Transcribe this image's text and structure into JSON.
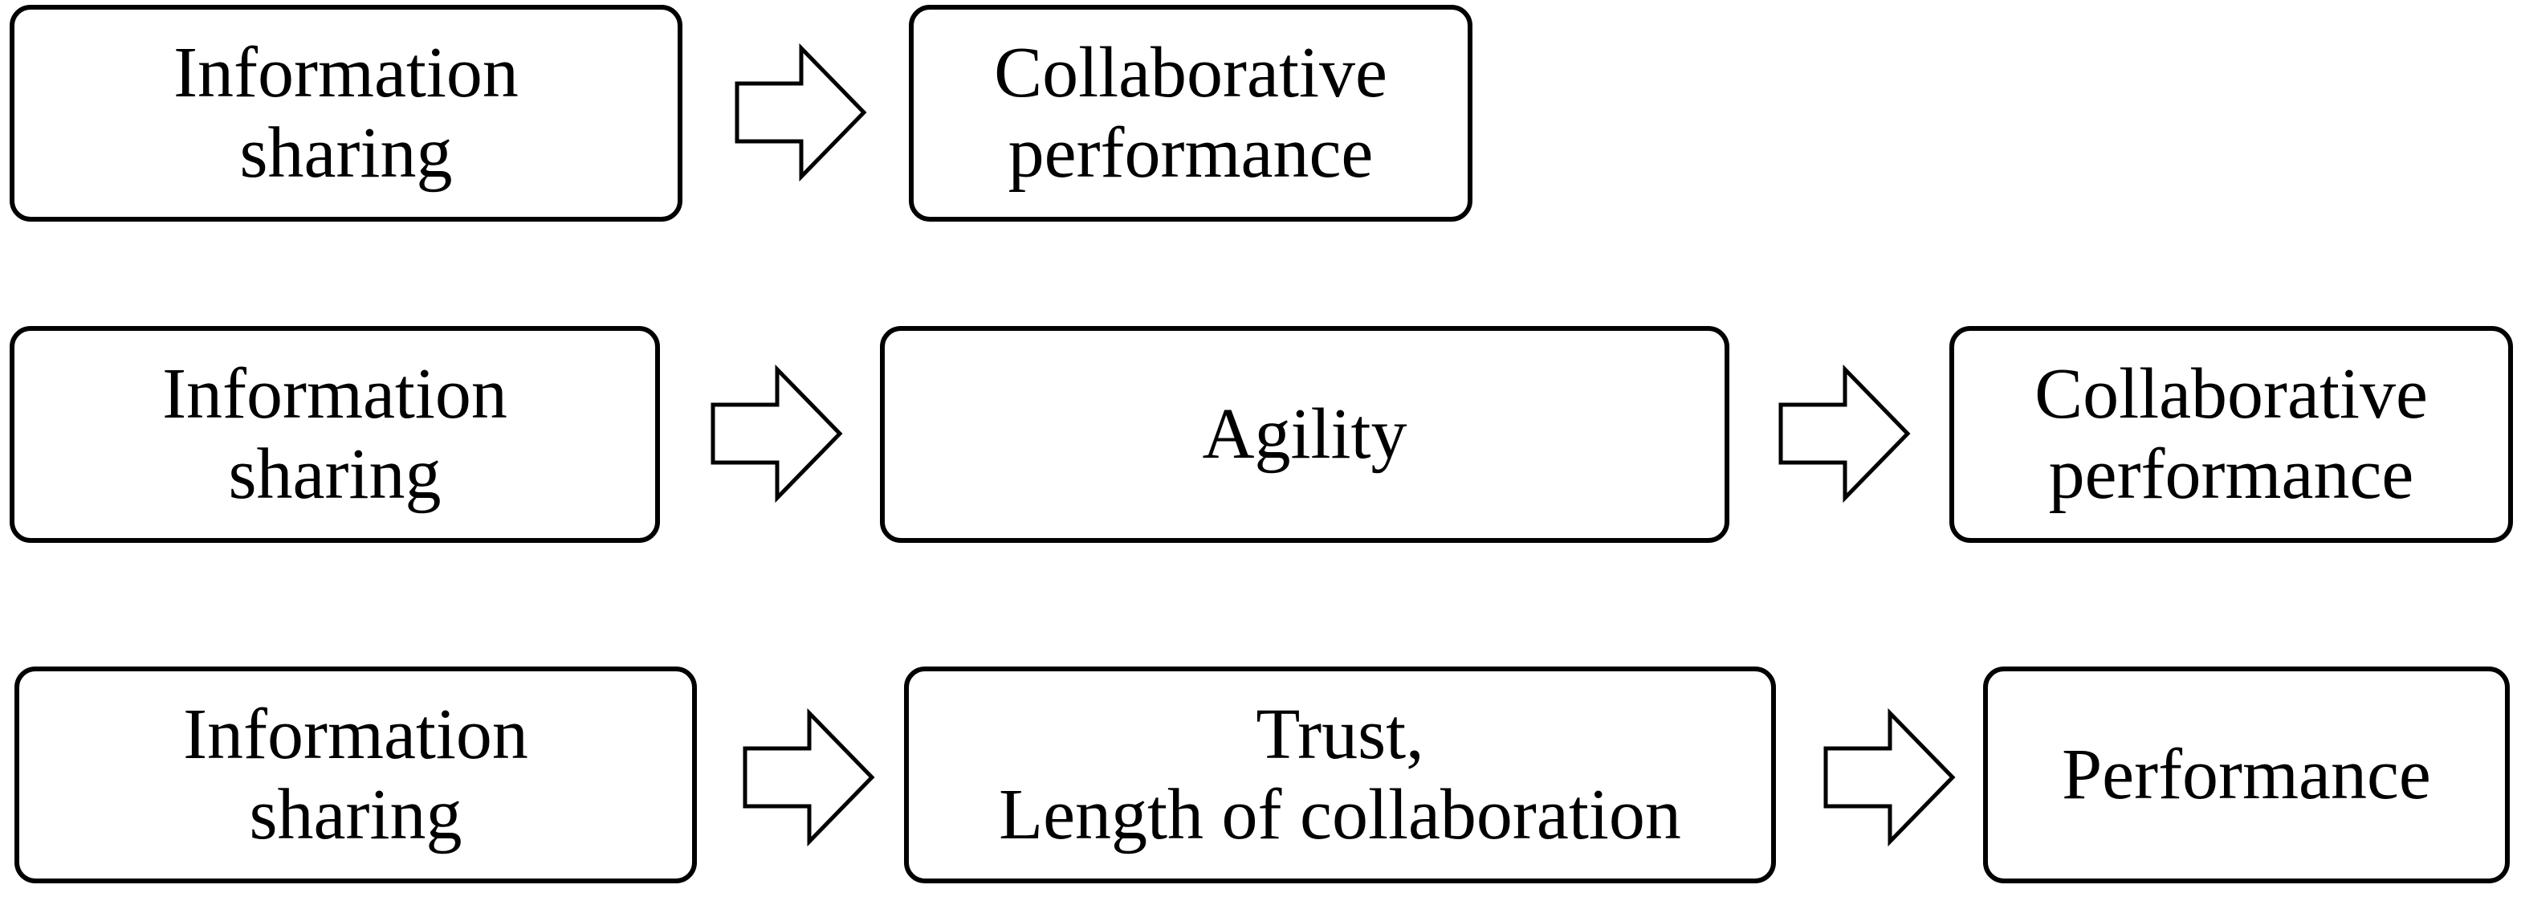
{
  "rows": [
    {
      "nodes": [
        {
          "label": "Information\nsharing"
        },
        {
          "label": "Collaborative\nperformance"
        }
      ]
    },
    {
      "nodes": [
        {
          "label": "Information\nsharing"
        },
        {
          "label": "Agility"
        },
        {
          "label": "Collaborative\nperformance"
        }
      ]
    },
    {
      "nodes": [
        {
          "label": "Information\nsharing"
        },
        {
          "label": "Trust,\nLength of collaboration"
        },
        {
          "label": "Performance"
        }
      ]
    }
  ],
  "colors": {
    "stroke": "#000000",
    "fill": "#ffffff"
  },
  "icons": {
    "connector": "block-right-arrow-icon"
  }
}
